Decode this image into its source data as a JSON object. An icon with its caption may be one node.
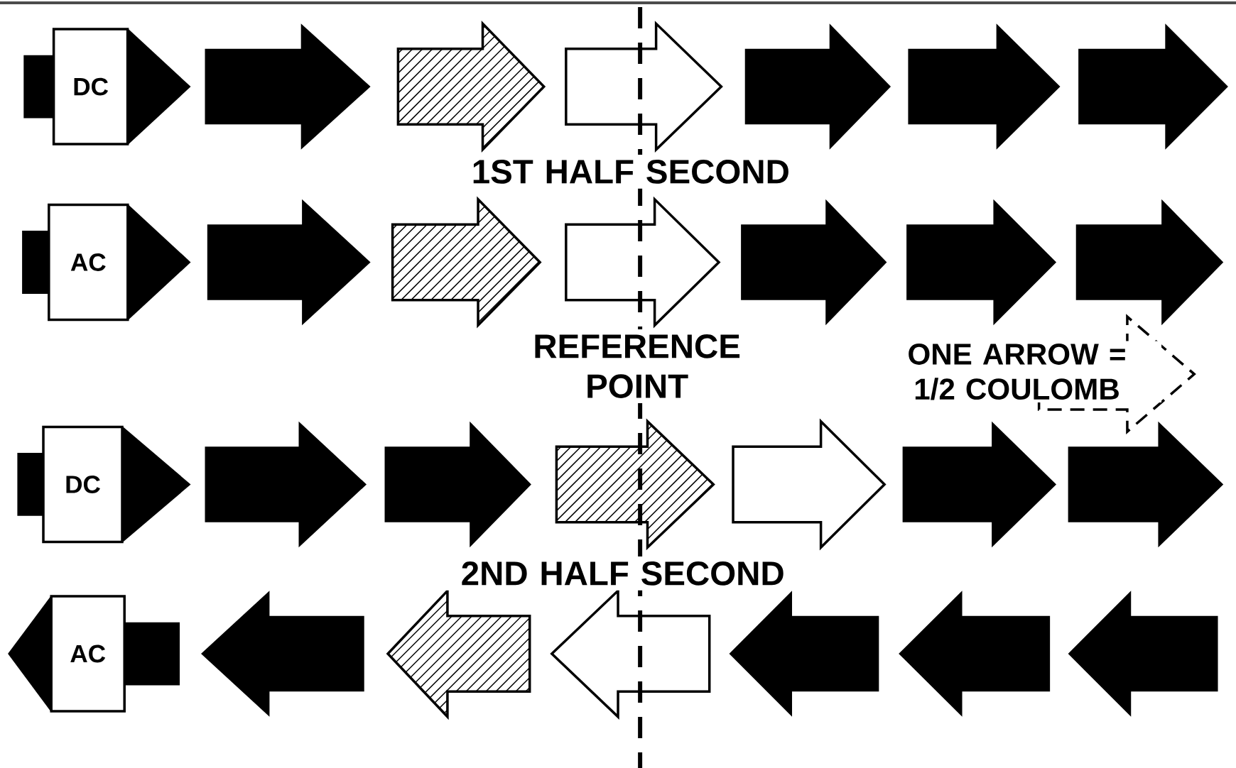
{
  "diagram": {
    "nodes": [
      {
        "text": [
          "DC"
        ]
      },
      {
        "text": [],
        "shape": "arrow"
      },
      {
        "text": [],
        "shape": "arrow"
      },
      {
        "text": [],
        "shape": "arrow"
      },
      {
        "text": [],
        "shape": "arrow"
      },
      {
        "text": [],
        "shape": "arrow"
      },
      {
        "text": [],
        "shape": "arrow"
      },
      {
        "text": [
          "AC"
        ]
      },
      {
        "text": [],
        "shape": "arrow"
      },
      {
        "text": [],
        "shape": "arrow"
      },
      {
        "text": [],
        "shape": "arrow"
      },
      {
        "text": [],
        "shape": "arrow"
      },
      {
        "text": [],
        "shape": "arrow"
      },
      {
        "text": [],
        "shape": "arrow"
      },
      {
        "text": [
          "ONE ARROW = 1/2 COULOMB"
        ]
      },
      {
        "text": [
          "DC"
        ]
      },
      {
        "text": [],
        "shape": "arrow"
      },
      {
        "text": [],
        "shape": "arrow"
      },
      {
        "text": [],
        "shape": "arrow"
      },
      {
        "text": [],
        "shape": "arrow"
      },
      {
        "text": [],
        "shape": "arrow"
      },
      {
        "text": [],
        "shape": "arrow"
      },
      {
        "text": [
          "AC"
        ]
      },
      {
        "text": [],
        "shape": "arrow"
      },
      {
        "text": [],
        "shape": "arrow"
      },
      {
        "text": [],
        "shape": "arrow"
      },
      {
        "text": [],
        "shape": "arrow"
      },
      {
        "text": [],
        "shape": "arrow"
      },
      {
        "text": [],
        "shape": "arrow"
      }
    ],
    "labels": [
      "1ST HALF SECOND",
      "REFERENCE POINT",
      "2ND HALF SECOND"
    ]
  }
}
